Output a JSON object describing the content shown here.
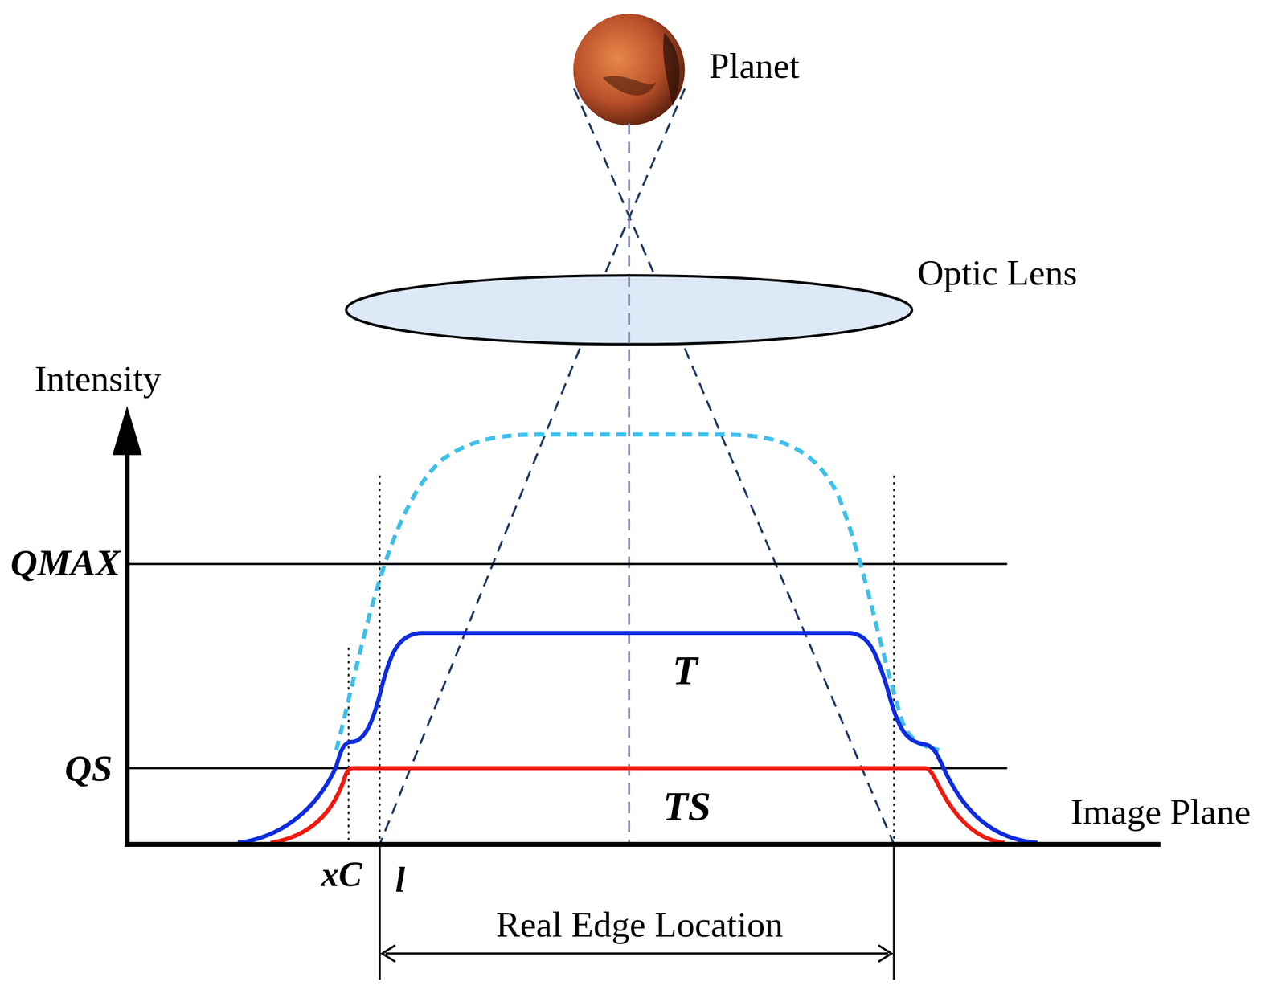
{
  "diagram": {
    "labels": [
      "Planet",
      "Optic Lens",
      "Intensity",
      "QMAX",
      "T",
      "QS",
      "TS",
      "Image Plane",
      "xC",
      "l",
      "Real Edge Location"
    ]
  }
}
